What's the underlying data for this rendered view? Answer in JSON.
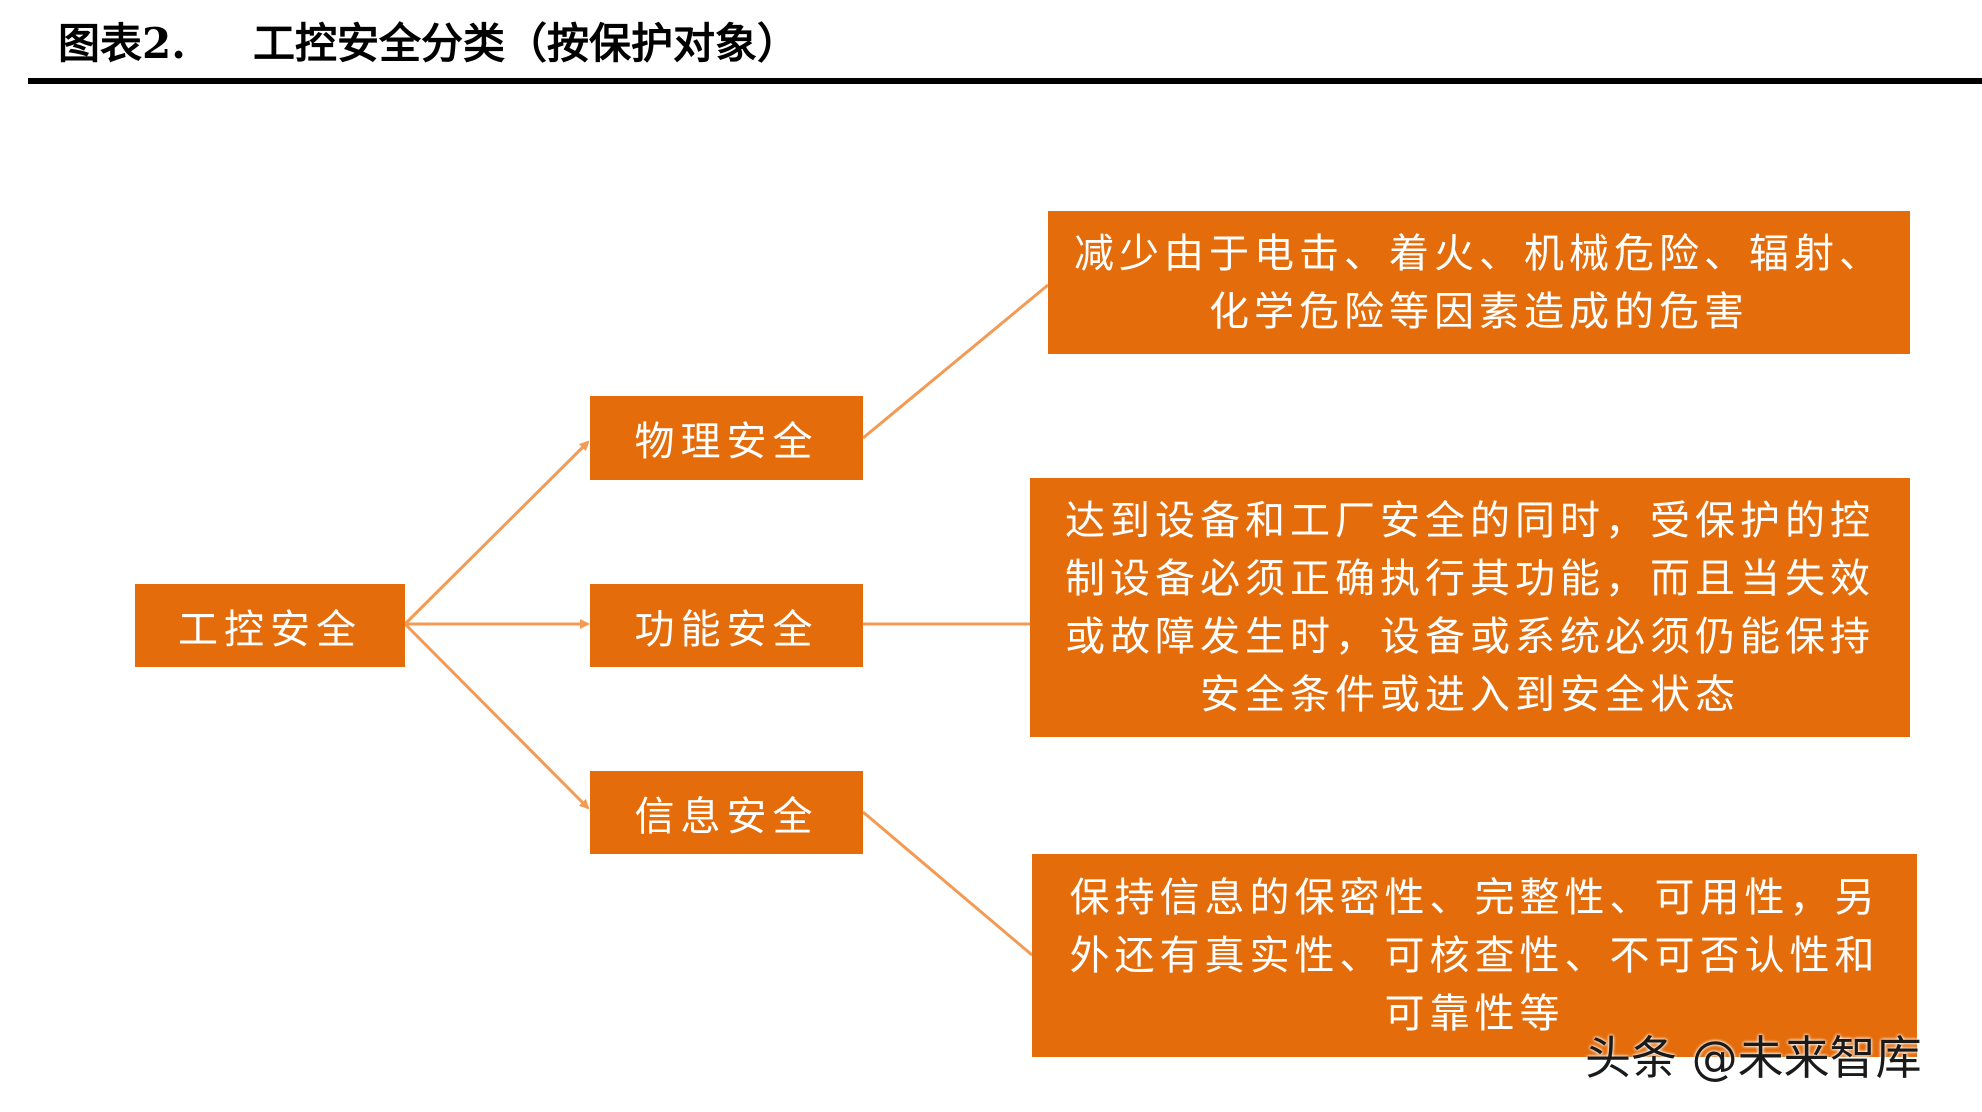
{
  "figure": {
    "number": "图表2.",
    "title": "工控安全分类（按保护对象）"
  },
  "diagram": {
    "root": "工控安全",
    "categories": [
      {
        "label": "物理安全",
        "description": "减少由于电击、着火、机械危险、辐射、化学危险等因素造成的危害"
      },
      {
        "label": "功能安全",
        "description": "达到设备和工厂安全的同时，受保护的控制设备必须正确执行其功能，而且当失效或故障发生时，设备或系统必须仍能保持安全条件或进入到安全状态"
      },
      {
        "label": "信息安全",
        "description": "保持信息的保密性、完整性、可用性，另外还有真实性、可核查性、不可否认性和可靠性等"
      }
    ]
  },
  "watermark": "头条 @未来智库",
  "colors": {
    "box_fill": "#e46c0a",
    "connector": "#f39a54",
    "text_on_box": "#ffffff"
  }
}
